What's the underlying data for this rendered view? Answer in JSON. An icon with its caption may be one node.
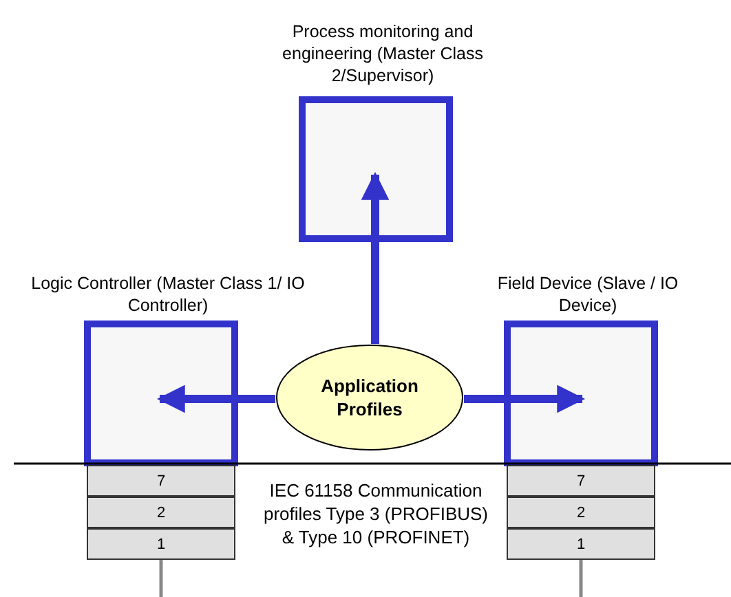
{
  "diagram": {
    "nodes": [
      {
        "text": [
          "Process monitoring and engineering (Master Class 2/Supervisor)"
        ]
      },
      {
        "text": [
          "Logic Controller (Master Class 1/ IO Controller)"
        ]
      },
      {
        "text": [
          "Application Profiles"
        ]
      },
      {
        "text": [
          "Field Device (Slave / IO Device)"
        ]
      },
      {
        "text": [
          "7"
        ]
      },
      {
        "text": [
          "2"
        ]
      },
      {
        "text": [
          "1"
        ]
      },
      {
        "text": [
          "7"
        ]
      },
      {
        "text": [
          "2"
        ]
      },
      {
        "text": [
          "1"
        ]
      }
    ],
    "edges": [
      {
        "from": 2,
        "to": 0,
        "arrow": "to"
      },
      {
        "from": 2,
        "to": 1,
        "arrow": "to"
      },
      {
        "from": 2,
        "to": 3,
        "arrow": "to"
      },
      {
        "from": 6,
        "to": null,
        "arrow": "none",
        "color": "#888888"
      },
      {
        "from": 9,
        "to": null,
        "arrow": "none",
        "color": "#888888"
      }
    ],
    "labels": [
      "IEC 61158 Communication profiles Type 3 (PROFIBUS) & Type 10 (PROFINET)"
    ]
  }
}
